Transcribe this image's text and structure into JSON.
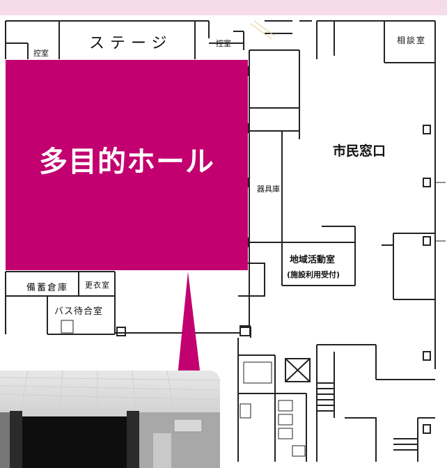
{
  "labels": {
    "stage": "ステージ",
    "green_room_left": "控室",
    "green_room_right": "控室",
    "consultation_room": "相談室",
    "citizen_counter": "市民窓口",
    "equipment_storage": "器具庫",
    "community_room": "地域活動室",
    "community_room_note": "(施設利用受付)",
    "stockpile_storage": "備蓄倉庫",
    "changing_room": "更衣室",
    "bus_waiting_room": "バス待合室"
  },
  "callout": {
    "title": "多目的ホール",
    "color": "#c20070"
  },
  "photo": {
    "subject": "multipurpose-hall-interior-photo"
  }
}
